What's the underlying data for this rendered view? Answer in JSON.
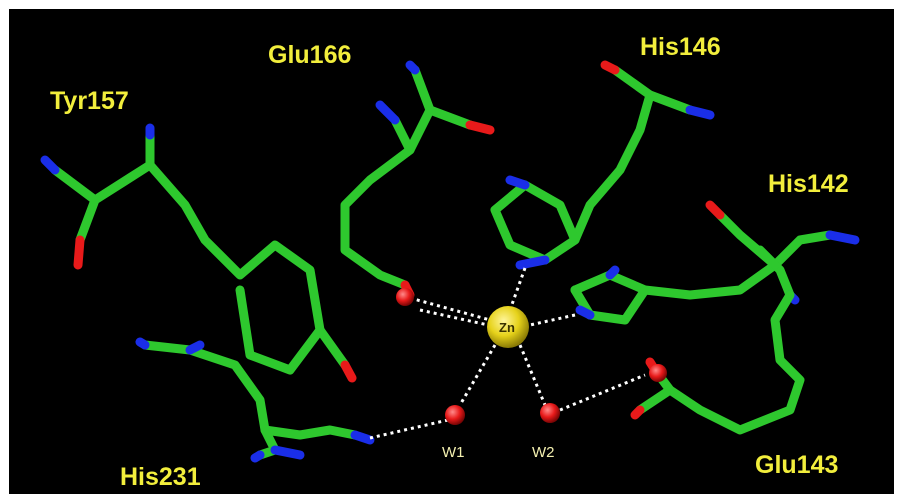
{
  "figure": {
    "residues": {
      "tyr157": "Tyr157",
      "glu166": "Glu166",
      "his146": "His146",
      "his142": "His142",
      "his231": "His231",
      "glu143": "Glu143"
    },
    "zinc": "Zn",
    "waters": {
      "w1": "W1",
      "w2": "W2"
    }
  },
  "colors": {
    "background": "#000000",
    "carbon": "#2ec82e",
    "nitrogen": "#1a2ee8",
    "oxygen": "#e81a1a",
    "zinc": "#e6d21a",
    "label": "#f2ee3c",
    "bond": "#ffffff"
  }
}
